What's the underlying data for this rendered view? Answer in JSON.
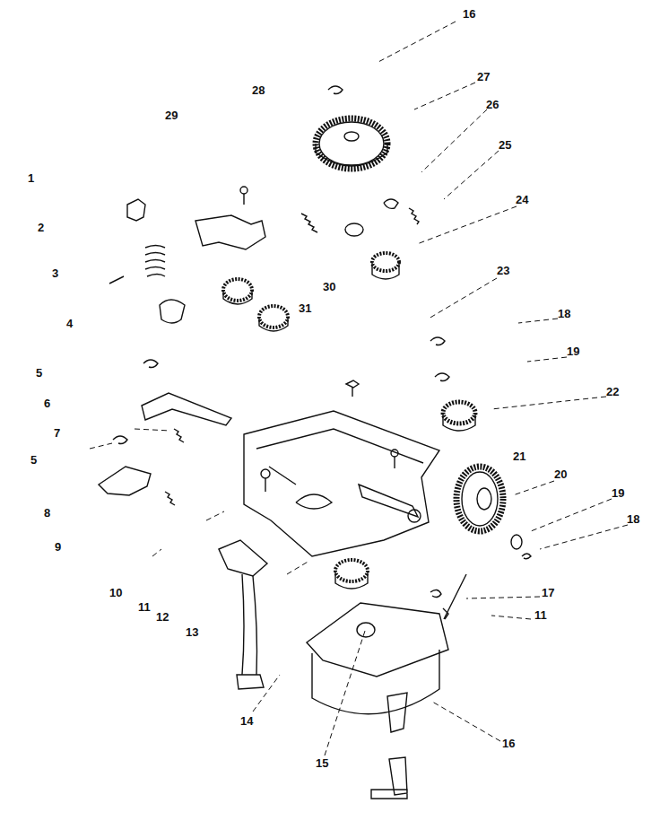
{
  "diagram": {
    "labels": [
      "16",
      "28",
      "27",
      "29",
      "26",
      "25",
      "1",
      "24",
      "2",
      "3",
      "30",
      "31",
      "23",
      "18",
      "4",
      "19",
      "5",
      "22",
      "6",
      "7",
      "21",
      "5",
      "20",
      "19",
      "8",
      "18",
      "9",
      "10",
      "17",
      "11",
      "12",
      "11",
      "13",
      "14",
      "16",
      "15"
    ]
  }
}
